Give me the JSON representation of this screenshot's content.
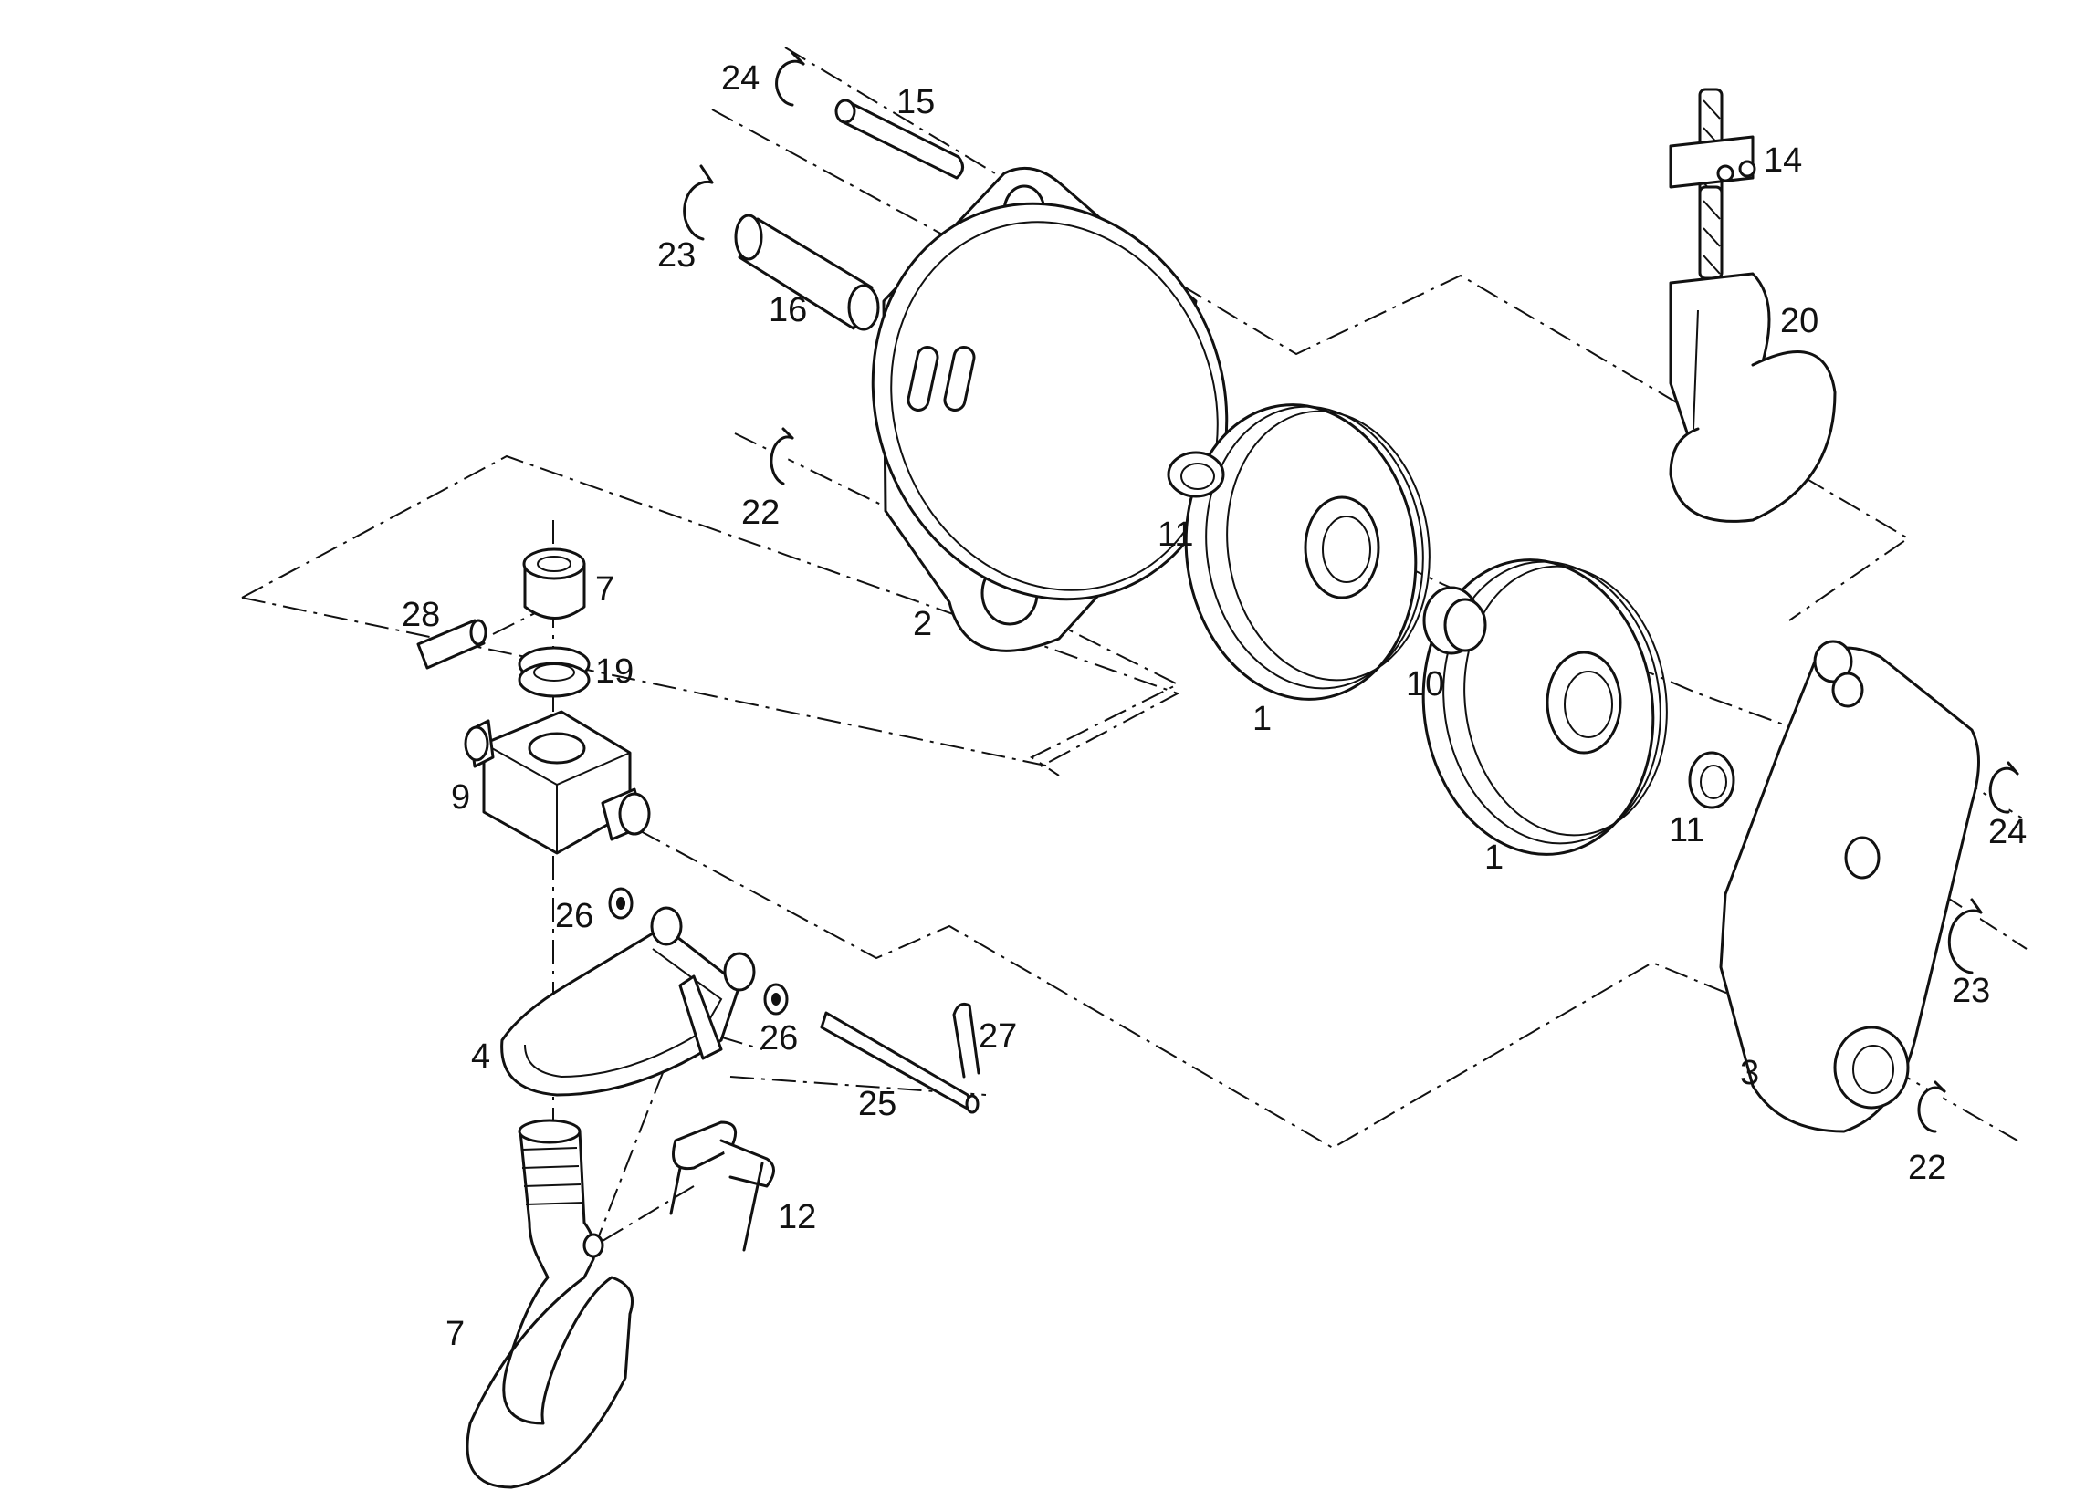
{
  "diagram": {
    "callouts": [
      "24",
      "15",
      "23",
      "16",
      "22",
      "2",
      "11",
      "1",
      "10",
      "1",
      "11",
      "14",
      "20",
      "24",
      "23",
      "3",
      "22",
      "7",
      "28",
      "19",
      "9",
      "26",
      "4",
      "26",
      "25",
      "27",
      "12",
      "7"
    ]
  },
  "colors": {
    "line": "#111111",
    "background": "#ffffff"
  }
}
